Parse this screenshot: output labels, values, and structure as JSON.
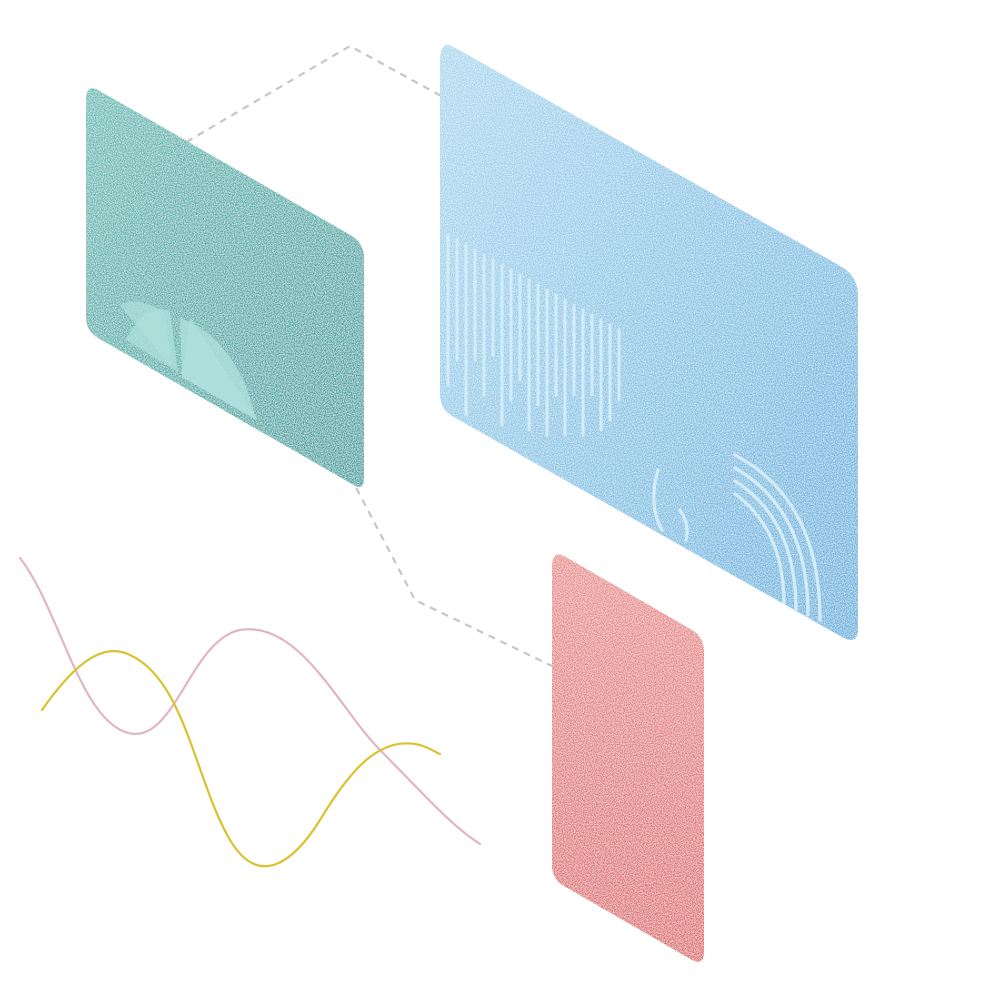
{
  "illustration": {
    "background": "#ffffff",
    "connector_color": "#c8c6bf",
    "panels": {
      "teal": {
        "color": "#3aa6a6",
        "light": "#aee0dc",
        "content": "pie-chart"
      },
      "blue": {
        "color": "#6ab6e0",
        "light": "#d4ecf8",
        "content": "bar-chart-and-arcs"
      },
      "red": {
        "color": "#e06b6b",
        "light": "#f4c3c0",
        "content": "blank"
      }
    },
    "curves": {
      "pink": {
        "color": "#e2b4c8"
      },
      "yellow": {
        "color": "#d8c22e"
      }
    }
  }
}
